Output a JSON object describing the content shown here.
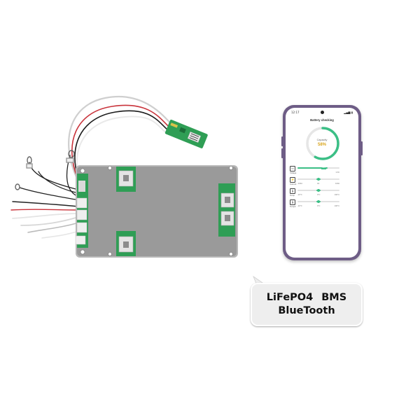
{
  "product": {
    "label_line1": "LiFePO4   BMS",
    "label_line2": "BlueTooth"
  },
  "app": {
    "status_time": "12:17",
    "status_icons": "▂▄▆ ▮",
    "title": "Battery checking",
    "capacity_label": "Capacity",
    "capacity_value": "58%",
    "capacity_fraction": 0.58,
    "rows": [
      {
        "icon": "battery-icon",
        "label": "Voltage",
        "fill": 0.72,
        "tip": "3.2V",
        "left_tick": "",
        "mid_tick": "",
        "right_tick": "3.6V"
      },
      {
        "icon": "current-icon",
        "label": "Current",
        "fill": 0.5,
        "tip": "",
        "left_tick": "-100A",
        "mid_tick": "0A",
        "right_tick": "100A"
      },
      {
        "icon": "thermometer-icon",
        "label": "Temp",
        "fill": 0.5,
        "tip": "",
        "left_tick": "-20°C",
        "mid_tick": "0°C",
        "right_tick": "100°C"
      },
      {
        "icon": "thermometer-icon",
        "label": "Temp2",
        "fill": 0.5,
        "tip": "",
        "left_tick": "-20°C",
        "mid_tick": "0°C",
        "right_tick": "100°C"
      }
    ],
    "accent_color": "#3bbf86",
    "value_color": "#d9a51c"
  },
  "colors": {
    "phone_frame": "#6e5d86",
    "board": "#9a9a9a",
    "pcb_green": "#2f9e55"
  }
}
